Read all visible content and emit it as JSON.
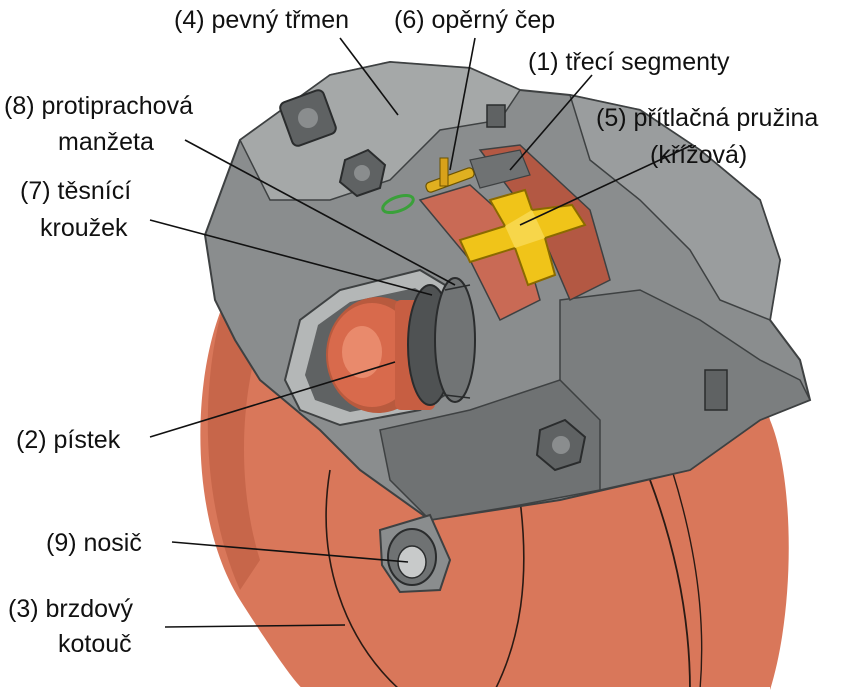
{
  "labels": {
    "tmen": "(4) pevný třmen",
    "cep": "(6) opěrný čep",
    "segmenty": "(1) třecí segmenty",
    "manzeta_1": "(8) protiprachová",
    "manzeta_2": "manžeta",
    "pruzina_1": "(5) přítlačná pružina",
    "pruzina_2": "(křížová)",
    "krouzek_1": "(7) těsnící",
    "krouzek_2": "kroužek",
    "pistek": "(2) pístek",
    "nosic": "(9) nosič",
    "kotouc_1": "(3) brzdový",
    "kotouc_2": "kotouč"
  },
  "colors": {
    "disc": "#d9775a",
    "disc_shadow": "#b85a3e",
    "caliper": "#8a8d8e",
    "caliper_dark": "#5f6263",
    "caliper_light": "#b4b7b7",
    "piston": "#d86a4c",
    "spring": "#f0c419",
    "pin": "#e0b020",
    "clip": "#3aa03a",
    "pad": "#c96a55",
    "text": "#111111"
  }
}
